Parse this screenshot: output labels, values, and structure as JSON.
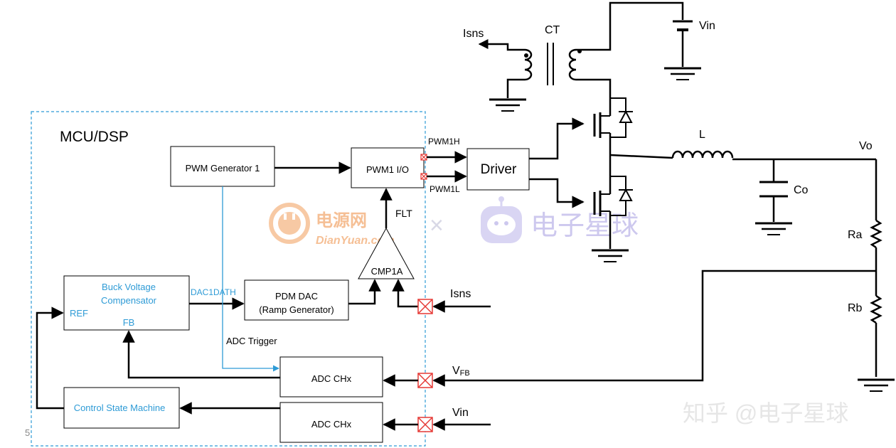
{
  "mcu": {
    "title": "MCU/DSP"
  },
  "blocks": {
    "pwm_gen": "PWM Generator 1",
    "pwm_io": "PWM1 I/O",
    "driver": "Driver",
    "buck_line1": "Buck Voltage",
    "buck_line2": "Compensator",
    "ref": "REF",
    "fb": "FB",
    "pdm_line1": "PDM DAC",
    "pdm_line2": "(Ramp Generator)",
    "cmp": "CMP1A",
    "adc1": "ADC CHx",
    "adc2": "ADC CHx",
    "csm": "Control State Machine"
  },
  "signals": {
    "pwm1h": "PWM1H",
    "pwm1l": "PWM1L",
    "flt": "FLT",
    "dac1dath": "DAC1DATH",
    "adc_trigger": "ADC Trigger",
    "isns_in": "Isns",
    "vfb_main": "V",
    "vfb_sub": "FB",
    "vin_in": "Vin"
  },
  "power": {
    "isns_out": "Isns",
    "ct": "CT",
    "vin": "Vin",
    "l": "L",
    "vo": "Vo",
    "co": "Co",
    "ra": "Ra",
    "rb": "Rb"
  },
  "watermark": {
    "logo1_cn": "电源网",
    "logo1_en": "DianYuan.com",
    "cross": "×",
    "logo2_cn": "电子星球",
    "zhihu": "知乎 @电子星球"
  },
  "page_number": "5",
  "colors": {
    "accent_blue": "#2e9bd6",
    "line": "#000000",
    "watermark_orange": "#f5b98a",
    "watermark_purple": "#cdc8ee",
    "pin_red": "#e53935"
  }
}
